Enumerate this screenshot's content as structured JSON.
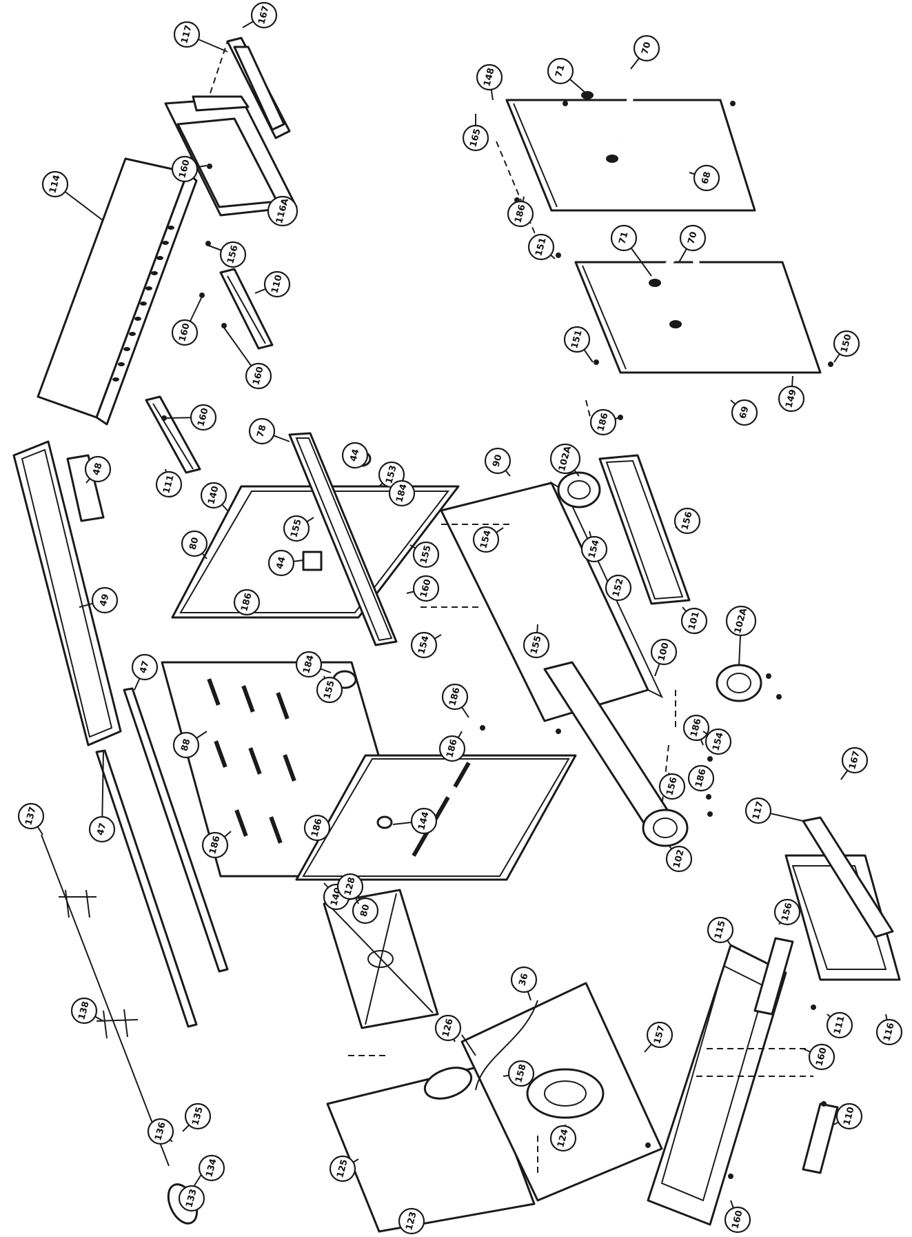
{
  "diagram": {
    "callouts": [
      {
        "id": "c167a",
        "label": "167"
      },
      {
        "id": "c117a",
        "label": "117"
      },
      {
        "id": "c114",
        "label": "114"
      },
      {
        "id": "c160a",
        "label": "160"
      },
      {
        "id": "c156a",
        "label": "156"
      },
      {
        "id": "c116A",
        "label": "116A"
      },
      {
        "id": "c160b",
        "label": "160"
      },
      {
        "id": "c110a",
        "label": "110"
      },
      {
        "id": "c160c",
        "label": "160"
      },
      {
        "id": "c160d",
        "label": "160"
      },
      {
        "id": "c111a",
        "label": "111"
      },
      {
        "id": "c48",
        "label": "48"
      },
      {
        "id": "c49",
        "label": "49"
      },
      {
        "id": "c148",
        "label": "148"
      },
      {
        "id": "c71a",
        "label": "71"
      },
      {
        "id": "c70a",
        "label": "70"
      },
      {
        "id": "c165",
        "label": "165"
      },
      {
        "id": "c186a",
        "label": "186"
      },
      {
        "id": "c68",
        "label": "68"
      },
      {
        "id": "c151a",
        "label": "151"
      },
      {
        "id": "c71b",
        "label": "71"
      },
      {
        "id": "c70b",
        "label": "70"
      },
      {
        "id": "c151b",
        "label": "151"
      },
      {
        "id": "c150",
        "label": "150"
      },
      {
        "id": "c149",
        "label": "149"
      },
      {
        "id": "c69",
        "label": "69"
      },
      {
        "id": "c186b",
        "label": "186"
      },
      {
        "id": "c78",
        "label": "78"
      },
      {
        "id": "c44a",
        "label": "44"
      },
      {
        "id": "c153",
        "label": "153"
      },
      {
        "id": "c184a",
        "label": "184"
      },
      {
        "id": "c140a",
        "label": "140"
      },
      {
        "id": "c80a",
        "label": "80"
      },
      {
        "id": "c155a",
        "label": "155"
      },
      {
        "id": "c44b",
        "label": "44"
      },
      {
        "id": "c155b",
        "label": "155"
      },
      {
        "id": "c186c",
        "label": "186"
      },
      {
        "id": "c184b",
        "label": "184"
      },
      {
        "id": "c160e",
        "label": "160"
      },
      {
        "id": "c90",
        "label": "90"
      },
      {
        "id": "c102Aa",
        "label": "102A"
      },
      {
        "id": "c154a",
        "label": "154"
      },
      {
        "id": "c154b",
        "label": "154"
      },
      {
        "id": "c156b",
        "label": "156"
      },
      {
        "id": "c152",
        "label": "152"
      },
      {
        "id": "c101",
        "label": "101"
      },
      {
        "id": "c102Ab",
        "label": "102A"
      },
      {
        "id": "c154c",
        "label": "154"
      },
      {
        "id": "c155c",
        "label": "155"
      },
      {
        "id": "c100",
        "label": "100"
      },
      {
        "id": "c47a",
        "label": "47"
      },
      {
        "id": "c47b",
        "label": "47"
      },
      {
        "id": "c155d",
        "label": "155"
      },
      {
        "id": "c88",
        "label": "88"
      },
      {
        "id": "c186d",
        "label": "186"
      },
      {
        "id": "c186e",
        "label": "186"
      },
      {
        "id": "c186f",
        "label": "186"
      },
      {
        "id": "c186g",
        "label": "186"
      },
      {
        "id": "c186h",
        "label": "186"
      },
      {
        "id": "c154d",
        "label": "154"
      },
      {
        "id": "c156c",
        "label": "156"
      },
      {
        "id": "c186i",
        "label": "186"
      },
      {
        "id": "c144",
        "label": "144"
      },
      {
        "id": "c102",
        "label": "102"
      },
      {
        "id": "c137",
        "label": "137"
      },
      {
        "id": "c140b",
        "label": "140"
      },
      {
        "id": "c80b",
        "label": "80"
      },
      {
        "id": "c167b",
        "label": "167"
      },
      {
        "id": "c117b",
        "label": "117"
      },
      {
        "id": "c36",
        "label": "36"
      },
      {
        "id": "c128",
        "label": "128"
      },
      {
        "id": "c126",
        "label": "126"
      },
      {
        "id": "c115",
        "label": "115"
      },
      {
        "id": "c156d",
        "label": "156"
      },
      {
        "id": "c157",
        "label": "157"
      },
      {
        "id": "c111b",
        "label": "111"
      },
      {
        "id": "c116",
        "label": "116"
      },
      {
        "id": "c138",
        "label": "138"
      },
      {
        "id": "c158",
        "label": "158"
      },
      {
        "id": "c160f",
        "label": "160"
      },
      {
        "id": "c135",
        "label": "135"
      },
      {
        "id": "c136",
        "label": "136"
      },
      {
        "id": "c124",
        "label": "124"
      },
      {
        "id": "c125",
        "label": "125"
      },
      {
        "id": "c110b",
        "label": "110"
      },
      {
        "id": "c134",
        "label": "134"
      },
      {
        "id": "c133",
        "label": "133"
      },
      {
        "id": "c123",
        "label": "123"
      },
      {
        "id": "c160g",
        "label": "160"
      }
    ]
  }
}
